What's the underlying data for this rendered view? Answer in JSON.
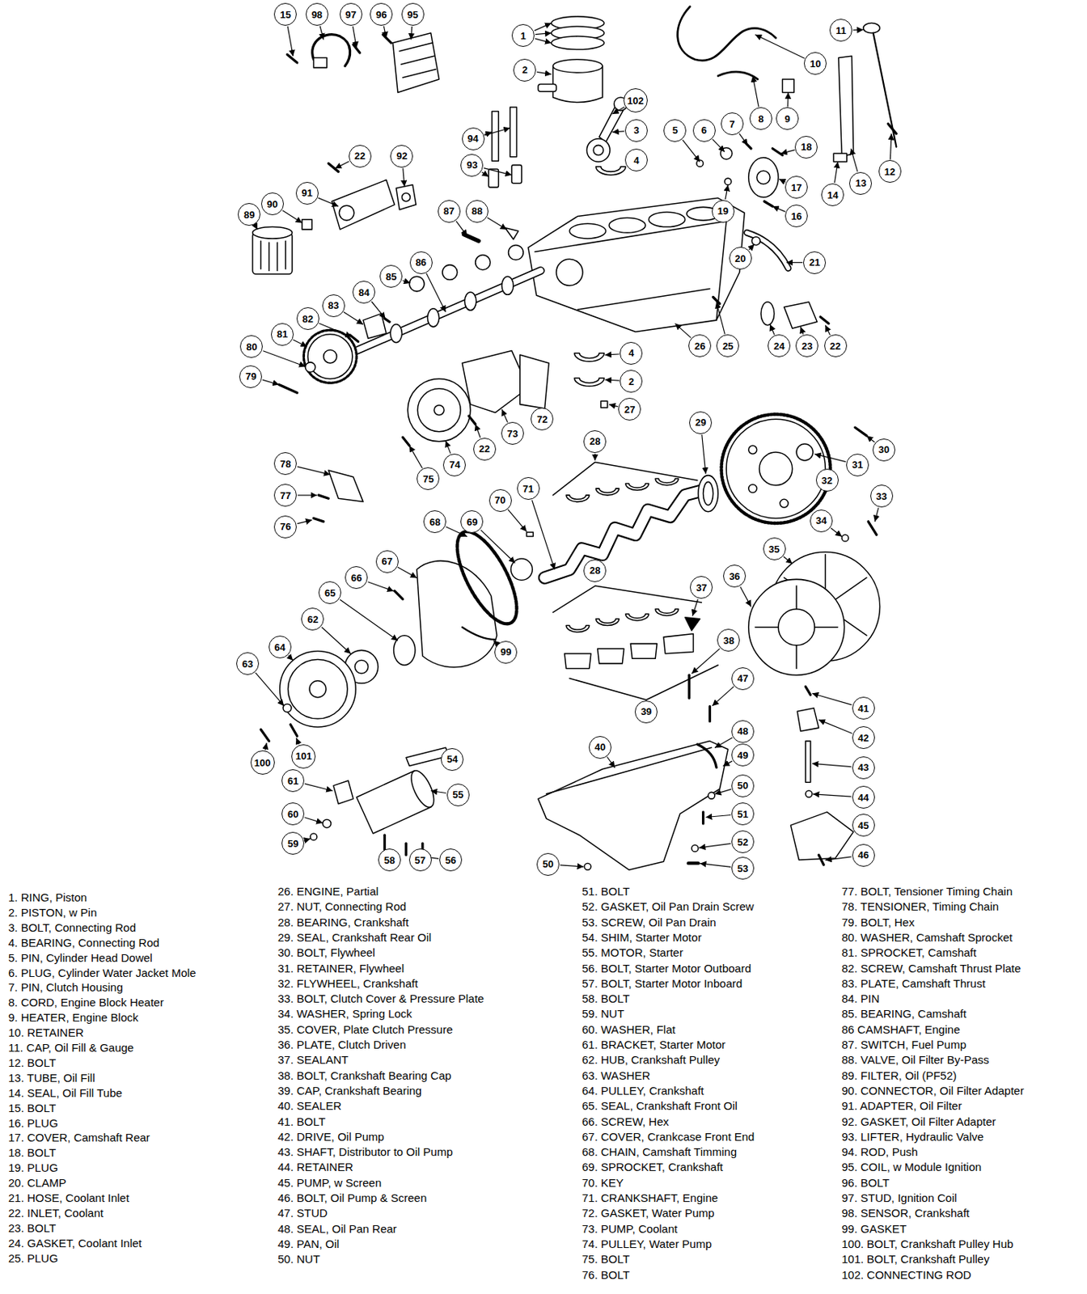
{
  "diagram": {
    "nodes": [
      {
        "text": [
          "15"
        ]
      },
      {
        "text": [
          "98"
        ]
      },
      {
        "text": [
          "97"
        ]
      },
      {
        "text": [
          "96"
        ]
      },
      {
        "text": [
          "95"
        ]
      },
      {
        "text": [
          "1"
        ]
      },
      {
        "text": [
          "11"
        ]
      },
      {
        "text": [
          "10"
        ]
      },
      {
        "text": [
          "2"
        ]
      },
      {
        "text": [
          "102"
        ]
      },
      {
        "text": [
          "8"
        ]
      },
      {
        "text": [
          "9"
        ]
      },
      {
        "text": [
          "3"
        ]
      },
      {
        "text": [
          "5"
        ]
      },
      {
        "text": [
          "6"
        ]
      },
      {
        "text": [
          "7"
        ]
      },
      {
        "text": [
          "94"
        ]
      },
      {
        "text": [
          "18"
        ]
      },
      {
        "text": [
          "22"
        ]
      },
      {
        "text": [
          "92"
        ]
      },
      {
        "text": [
          "4"
        ]
      },
      {
        "text": [
          "93"
        ]
      },
      {
        "text": [
          "12"
        ]
      },
      {
        "text": [
          "13"
        ]
      },
      {
        "text": [
          "14"
        ]
      },
      {
        "text": [
          "17"
        ]
      },
      {
        "text": [
          "91"
        ]
      },
      {
        "text": [
          "90"
        ]
      },
      {
        "text": [
          "19"
        ]
      },
      {
        "text": [
          "87"
        ]
      },
      {
        "text": [
          "88"
        ]
      },
      {
        "text": [
          "89"
        ]
      },
      {
        "text": [
          "16"
        ]
      },
      {
        "text": [
          "20"
        ]
      },
      {
        "text": [
          "21"
        ]
      },
      {
        "text": [
          "86"
        ]
      },
      {
        "text": [
          "85"
        ]
      },
      {
        "text": [
          "84"
        ]
      },
      {
        "text": [
          "83"
        ]
      },
      {
        "text": [
          "82"
        ]
      },
      {
        "text": [
          "81"
        ]
      },
      {
        "text": [
          "80"
        ]
      },
      {
        "text": [
          "26"
        ]
      },
      {
        "text": [
          "25"
        ]
      },
      {
        "text": [
          "24"
        ]
      },
      {
        "text": [
          "23"
        ]
      },
      {
        "text": [
          "22"
        ]
      },
      {
        "text": [
          "4"
        ]
      },
      {
        "text": [
          "79"
        ]
      },
      {
        "text": [
          "2"
        ]
      },
      {
        "text": [
          "27"
        ]
      },
      {
        "text": [
          "72"
        ]
      },
      {
        "text": [
          "29"
        ]
      },
      {
        "text": [
          "28"
        ]
      },
      {
        "text": [
          "73"
        ]
      },
      {
        "text": [
          "30"
        ]
      },
      {
        "text": [
          "22"
        ]
      },
      {
        "text": [
          "78"
        ]
      },
      {
        "text": [
          "31"
        ]
      },
      {
        "text": [
          "74"
        ]
      },
      {
        "text": [
          "75"
        ]
      },
      {
        "text": [
          "32"
        ]
      },
      {
        "text": [
          "71"
        ]
      },
      {
        "text": [
          "77"
        ]
      },
      {
        "text": [
          "33"
        ]
      },
      {
        "text": [
          "70"
        ]
      },
      {
        "text": [
          "68"
        ]
      },
      {
        "text": [
          "69"
        ]
      },
      {
        "text": [
          "34"
        ]
      },
      {
        "text": [
          "76"
        ]
      },
      {
        "text": [
          "35"
        ]
      },
      {
        "text": [
          "67"
        ]
      },
      {
        "text": [
          "28"
        ]
      },
      {
        "text": [
          "36"
        ]
      },
      {
        "text": [
          "66"
        ]
      },
      {
        "text": [
          "37"
        ]
      },
      {
        "text": [
          "65"
        ]
      },
      {
        "text": [
          "62"
        ]
      },
      {
        "text": [
          "64"
        ]
      },
      {
        "text": [
          "38"
        ]
      },
      {
        "text": [
          "99"
        ]
      },
      {
        "text": [
          "63"
        ]
      },
      {
        "text": [
          "47"
        ]
      },
      {
        "text": [
          "39"
        ]
      },
      {
        "text": [
          "41"
        ]
      },
      {
        "text": [
          "42"
        ]
      },
      {
        "text": [
          "40"
        ]
      },
      {
        "text": [
          "48"
        ]
      },
      {
        "text": [
          "49"
        ]
      },
      {
        "text": [
          "101"
        ]
      },
      {
        "text": [
          "54"
        ]
      },
      {
        "text": [
          "100"
        ]
      },
      {
        "text": [
          "43"
        ]
      },
      {
        "text": [
          "61"
        ]
      },
      {
        "text": [
          "50"
        ]
      },
      {
        "text": [
          "55"
        ]
      },
      {
        "text": [
          "44"
        ]
      },
      {
        "text": [
          "60"
        ]
      },
      {
        "text": [
          "51"
        ]
      },
      {
        "text": [
          "45"
        ]
      },
      {
        "text": [
          "52"
        ]
      },
      {
        "text": [
          "59"
        ]
      },
      {
        "text": [
          "46"
        ]
      },
      {
        "text": [
          "58"
        ]
      },
      {
        "text": [
          "57"
        ]
      },
      {
        "text": [
          "56"
        ]
      },
      {
        "text": [
          "50"
        ]
      },
      {
        "text": [
          "53"
        ]
      }
    ],
    "labels": [
      "1. RING, Piston",
      "2. PISTON, w Pin",
      "3. BOLT, Connecting Rod",
      "4. BEARING, Connecting Rod",
      "5. PIN, Cylinder Head Dowel",
      "6. PLUG, Cylinder Water Jacket Mole",
      "7. PIN, Clutch Housing",
      "8. CORD, Engine Block Heater",
      "9. HEATER, Engine Block",
      "10. RETAINER",
      "11. CAP, Oil Fill & Gauge",
      "12. BOLT",
      "13. TUBE, Oil Fill",
      "14. SEAL, Oil Fill Tube",
      "15. BOLT",
      "16. PLUG",
      "17. COVER, Camshaft Rear",
      "18. BOLT",
      "19. PLUG",
      "20. CLAMP",
      "21. HOSE, Coolant Inlet",
      "22. INLET, Coolant",
      "23. BOLT",
      "24. GASKET, Coolant Inlet",
      "25. PLUG",
      "26. ENGINE, Partial",
      "27. NUT, Connecting Rod",
      "28. BEARING, Crankshaft",
      "29. SEAL, Crankshaft Rear Oil",
      "30. BOLT, Flywheel",
      "31. RETAINER, Flywheel",
      "32. FLYWHEEL, Crankshaft",
      "33. BOLT, Clutch Cover & Pressure Plate",
      "34. WASHER, Spring Lock",
      "35. COVER, Plate Clutch Pressure",
      "36. PLATE, Clutch Driven",
      "37. SEALANT",
      "38. BOLT, Crankshaft Bearing Cap",
      "39. CAP, Crankshaft Bearing",
      "40. SEALER",
      "41. BOLT",
      "42. DRIVE, Oil Pump",
      "43. SHAFT, Distributor to Oil Pump",
      "44. RETAINER",
      "45. PUMP, w Screen",
      "46. BOLT, Oil Pump & Screen",
      "47. STUD",
      "48. SEAL, Oil Pan Rear",
      "49. PAN, Oil",
      "50. NUT",
      "51. BOLT",
      "52. GASKET, Oil Pan Drain Screw",
      "53. SCREW, Oil Pan Drain",
      "54. SHIM, Starter Motor",
      "55. MOTOR, Starter",
      "56. BOLT, Starter Motor Outboard",
      "57. BOLT, Starter Motor Inboard",
      "58. BOLT",
      "59. NUT",
      "60. WASHER, Flat",
      "61. BRACKET, Starter Motor",
      "62. HUB, Crankshaft Pulley",
      "63. WASHER",
      "64. PULLEY, Crankshaft",
      "65. SEAL, Crankshaft Front Oil",
      "66. SCREW, Hex",
      "67. COVER, Crankcase Front End",
      "68. CHAIN, Camshaft Timming",
      "69. SPROCKET, Crankshaft",
      "70. KEY",
      "71. CRANKSHAFT, Engine",
      "72. GASKET, Water Pump",
      "73. PUMP, Coolant",
      "74. PULLEY, Water Pump",
      "75. BOLT",
      "76. BOLT",
      "77. BOLT, Tensioner Timing Chain",
      "78. TENSIONER, Timing Chain",
      "79. BOLT, Hex",
      "80. WASHER, Camshaft Sprocket",
      "81. SPROCKET, Camshaft",
      "82. SCREW, Camshaft Thrust Plate",
      "83. PLATE, Camshaft Thrust",
      "84. PIN",
      "85. BEARING, Camshaft",
      "86 CAMSHAFT, Engine",
      "87. SWITCH, Fuel Pump",
      "88. VALVE, Oil Filter By-Pass",
      "89. FILTER, Oil (PF52)",
      "90. CONNECTOR, Oil Filter Adapter",
      "91. ADAPTER, Oil Filter",
      "92. GASKET, Oil Filter Adapter",
      "93. LIFTER, Hydraulic Valve",
      "94. ROD, Push",
      "95. COIL, w Module Ignition",
      "96. BOLT",
      "97. STUD, Ignition Coil",
      "98. SENSOR, Crankshaft",
      "99. GASKET",
      "100. BOLT, Crankshaft Pulley Hub",
      "101. BOLT, Crankshaft Pulley",
      "102. CONNECTING ROD"
    ]
  }
}
